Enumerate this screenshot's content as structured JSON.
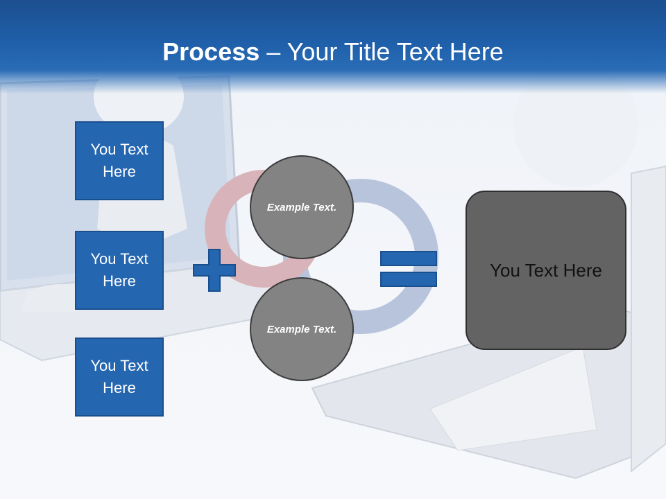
{
  "title": {
    "bold": "Process",
    "rest": " – Your Title Text Here"
  },
  "boxes": [
    {
      "label": "You Text Here"
    },
    {
      "label": "You Text Here"
    },
    {
      "label": "You Text Here"
    }
  ],
  "circles": [
    {
      "label": "Example Text."
    },
    {
      "label": "Example Text."
    }
  ],
  "result": {
    "label": "You Text Here"
  },
  "colors": {
    "box_fill": "#2566b0",
    "header": "#1f5fa9",
    "circle_fill": "#838383",
    "result_fill": "#636363"
  }
}
